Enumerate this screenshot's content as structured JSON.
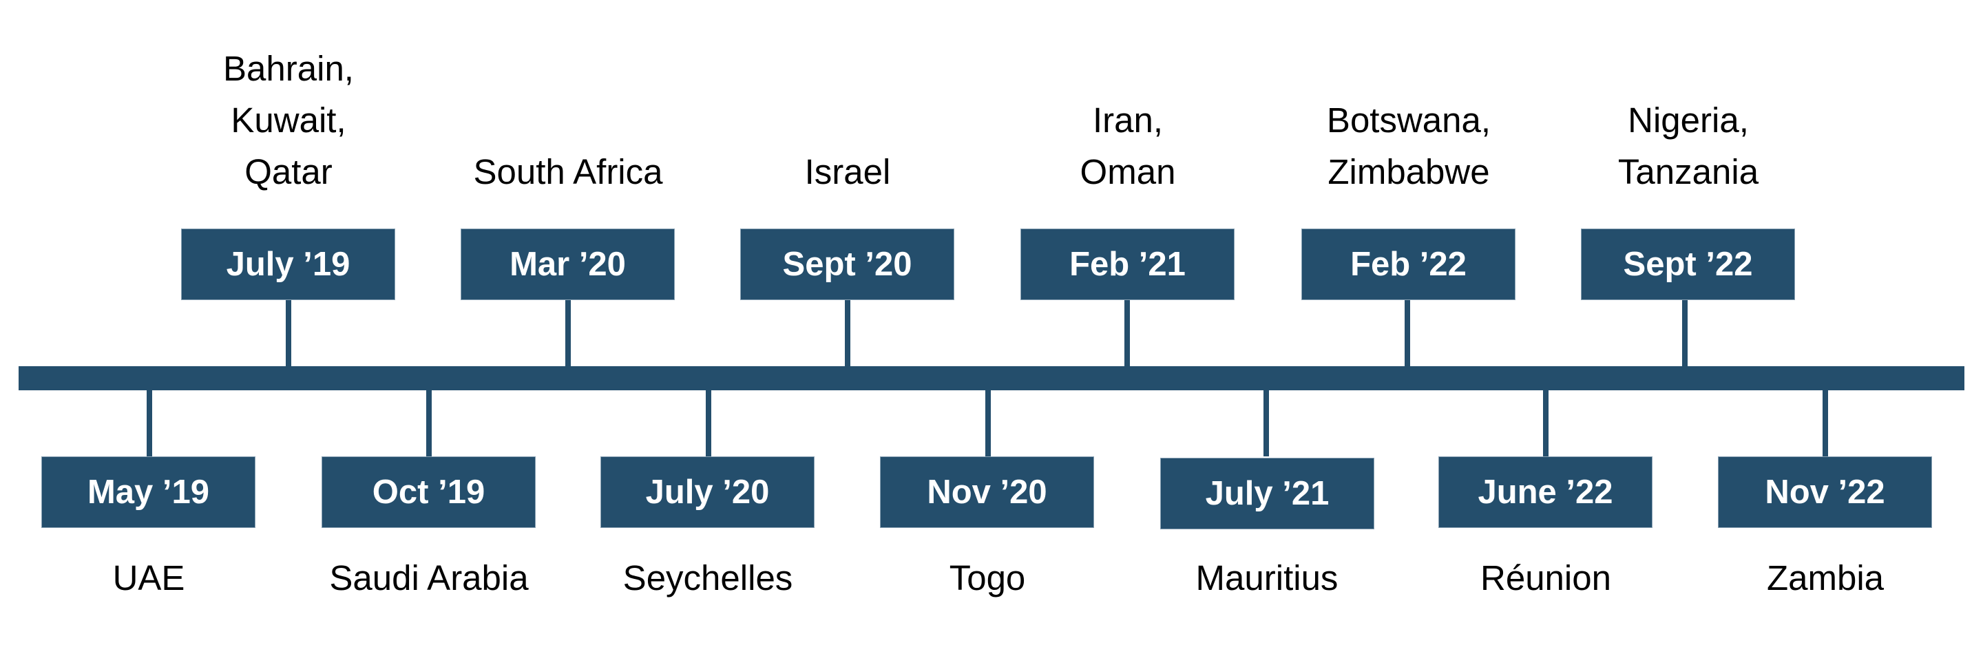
{
  "colors": {
    "accent": "#244e6c",
    "text": "#000000",
    "box_text": "#ffffff",
    "background": "#ffffff"
  },
  "timeline": {
    "top_events": [
      {
        "date": "July ’19",
        "countries": [
          "Bahrain,",
          "Kuwait,",
          "Qatar"
        ]
      },
      {
        "date": "Mar ’20",
        "countries": [
          "South Africa"
        ]
      },
      {
        "date": "Sept ’20",
        "countries": [
          "Israel"
        ]
      },
      {
        "date": "Feb ’21",
        "countries": [
          "Iran,",
          "Oman"
        ]
      },
      {
        "date": "Feb ’22",
        "countries": [
          "Botswana,",
          "Zimbabwe"
        ]
      },
      {
        "date": "Sept ’22",
        "countries": [
          "Nigeria,",
          "Tanzania"
        ]
      }
    ],
    "bottom_events": [
      {
        "date": "May ’19",
        "country": "UAE"
      },
      {
        "date": "Oct ’19",
        "country": "Saudi Arabia"
      },
      {
        "date": "July ’20",
        "country": "Seychelles"
      },
      {
        "date": "Nov ’20",
        "country": "Togo"
      },
      {
        "date": "July ’21",
        "country": "Mauritius"
      },
      {
        "date": "June ’22",
        "country": "Réunion"
      },
      {
        "date": "Nov ’22",
        "country": "Zambia"
      }
    ]
  }
}
